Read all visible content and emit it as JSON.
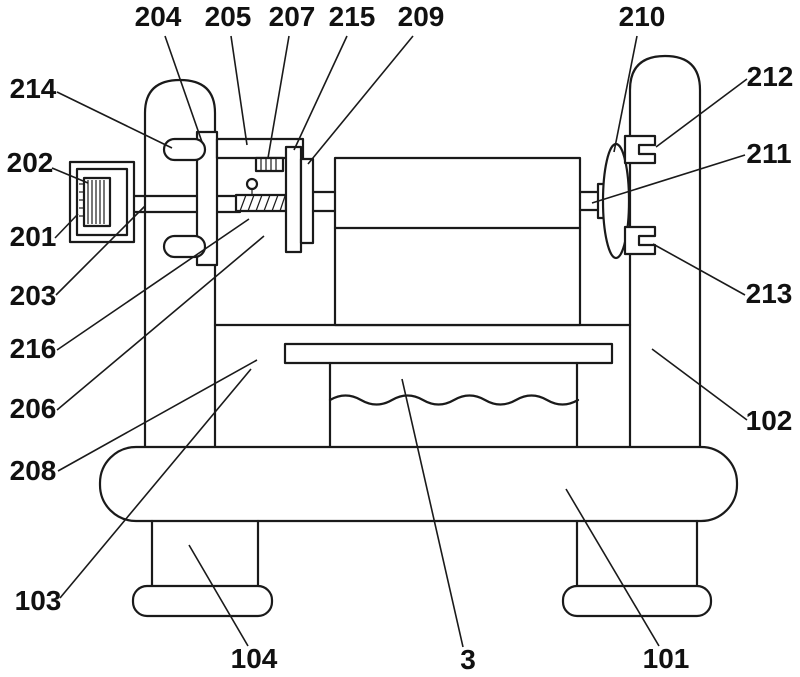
{
  "figure": {
    "colors": {
      "ink": "#1a1a1a",
      "background": "#ffffff"
    },
    "labels": {
      "n204": "204",
      "n205": "205",
      "n207": "207",
      "n215": "215",
      "n209": "209",
      "n210": "210",
      "n214": "214",
      "n202": "202",
      "n201": "201",
      "n203": "203",
      "n216": "216",
      "n206": "206",
      "n208": "208",
      "n103": "103",
      "n104": "104",
      "n3": "3",
      "n101": "101",
      "n102": "102",
      "n212": "212",
      "n211": "211",
      "n213": "213"
    }
  }
}
